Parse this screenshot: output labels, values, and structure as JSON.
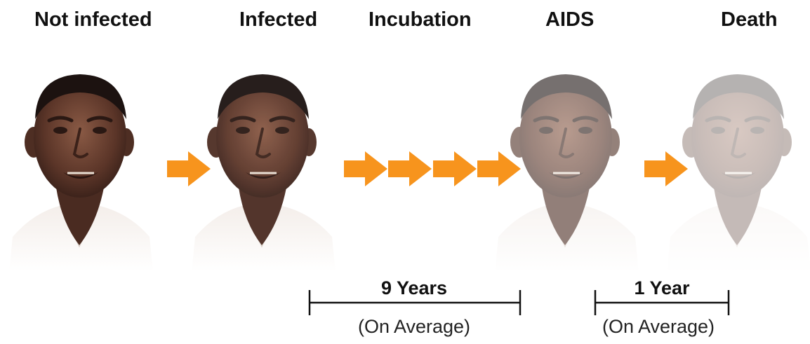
{
  "stages": [
    {
      "label": "Not infected"
    },
    {
      "label": "Infected"
    },
    {
      "label": "Incubation"
    },
    {
      "label": "AIDS"
    },
    {
      "label": "Death"
    }
  ],
  "durations": [
    {
      "label": "9 Years",
      "note": "(On Average)"
    },
    {
      "label": "1 Year",
      "note": "(On Average)"
    }
  ],
  "colors": {
    "arrow": "#f7941d",
    "text": "#111111"
  },
  "icons": {
    "arrow": "right-arrow-icon",
    "portrait": "man-portrait-icon"
  }
}
